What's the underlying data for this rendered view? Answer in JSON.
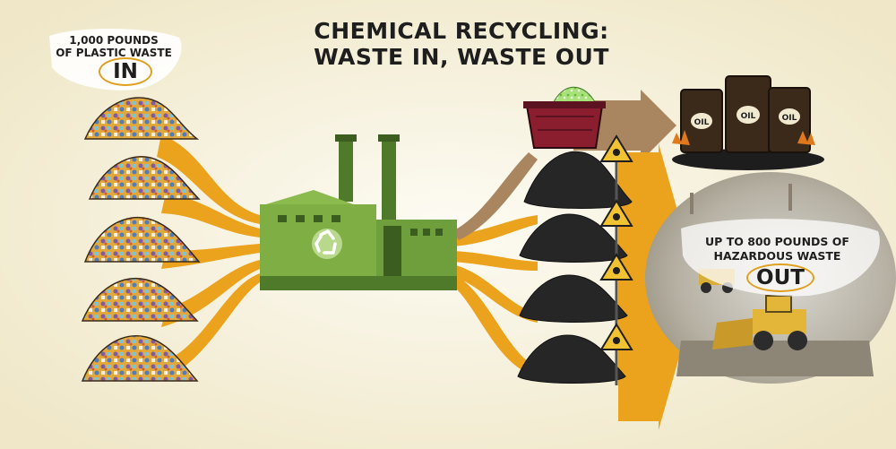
{
  "title": {
    "line1": "CHEMICAL RECYCLING:",
    "line2": "WASTE IN, WASTE OUT"
  },
  "input": {
    "line1": "1,000 POUNDS",
    "line2": "OF PLASTIC WASTE",
    "word": "IN"
  },
  "output": {
    "line1": "UP TO 800 POUNDS OF",
    "line2": "HAZARDOUS WASTE",
    "word": "OUT"
  },
  "barrel_label": "OIL",
  "colors": {
    "background": "#f6f1dc",
    "flow_orange": "#eba21c",
    "flow_tan": "#a9865f",
    "factory_green": "#7fae45",
    "factory_dark": "#4f7a2a",
    "sludge": "#262626",
    "barrel": "#3b2a1a",
    "bin_red": "#8b1e2e",
    "hazard_yellow": "#f1c232"
  },
  "icons": {
    "factory": "recycle-icon",
    "hazard": "skull-crossbones-icon"
  }
}
